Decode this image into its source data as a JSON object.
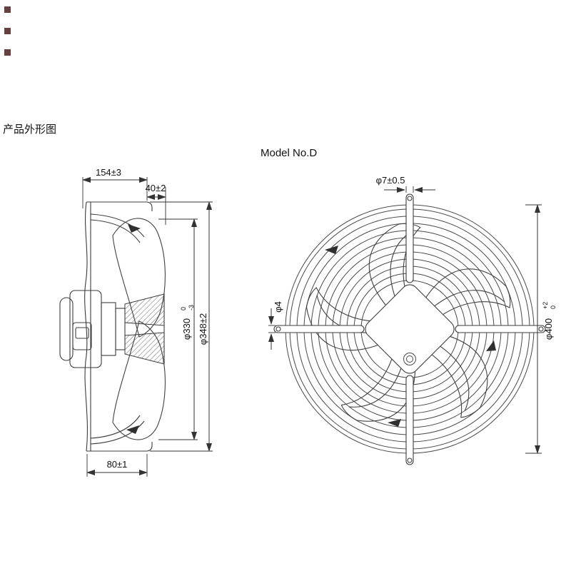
{
  "page": {
    "title": "产品外形图"
  },
  "side_view": {
    "dims": {
      "depth": "154±3",
      "flange": "40±2",
      "impeller_dia": "φ330",
      "impeller_tol_upper": "0",
      "impeller_tol_lower": "-3",
      "plate_dia": "φ348±2",
      "bottom": "80±1"
    }
  },
  "front_view": {
    "title": "Model No.D",
    "dims": {
      "hole": "φ7±0.5",
      "wire": "φ4",
      "guard_dia": "φ400",
      "guard_tol_upper": "+2",
      "guard_tol_lower": "0"
    }
  }
}
